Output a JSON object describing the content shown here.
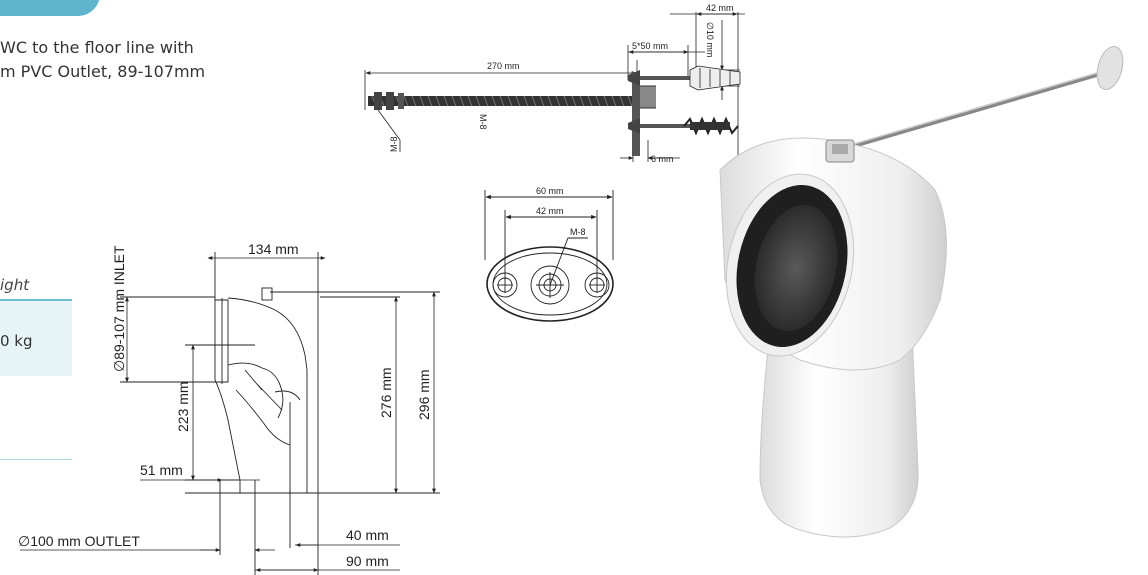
{
  "header": {
    "intro_line1": "WC to the floor line with",
    "intro_line2": "m PVC Outlet, 89-107mm"
  },
  "weight_table": {
    "header": "ight",
    "value": "0 kg"
  },
  "side_view": {
    "dim_top": "134 mm",
    "dim_inlet": "∅89-107 mm INLET",
    "dim_223": "223 mm",
    "dim_276": "276 mm",
    "dim_296": "296 mm",
    "dim_51": "51 mm",
    "dim_40": "40 mm",
    "dim_90": "90 mm",
    "dim_outlet": "∅100 mm OUTLET"
  },
  "rod_view": {
    "dim_270": "270 mm",
    "dim_m8_rod": "M-8",
    "dim_m8_nut": "M-8",
    "dim_screw": "5*50 mm",
    "dim_42": "42 mm",
    "dim_dia10": "∅10 mm",
    "dim_6": "6 mm"
  },
  "plate_view": {
    "dim_60": "60 mm",
    "dim_42": "42 mm",
    "dim_m8": "M-8"
  },
  "colors": {
    "accent": "#5fb5cd",
    "table_fill": "#e7f4f7",
    "line": "#222222",
    "product_white": "#f4f4f4",
    "gasket": "#2a2a2a"
  }
}
